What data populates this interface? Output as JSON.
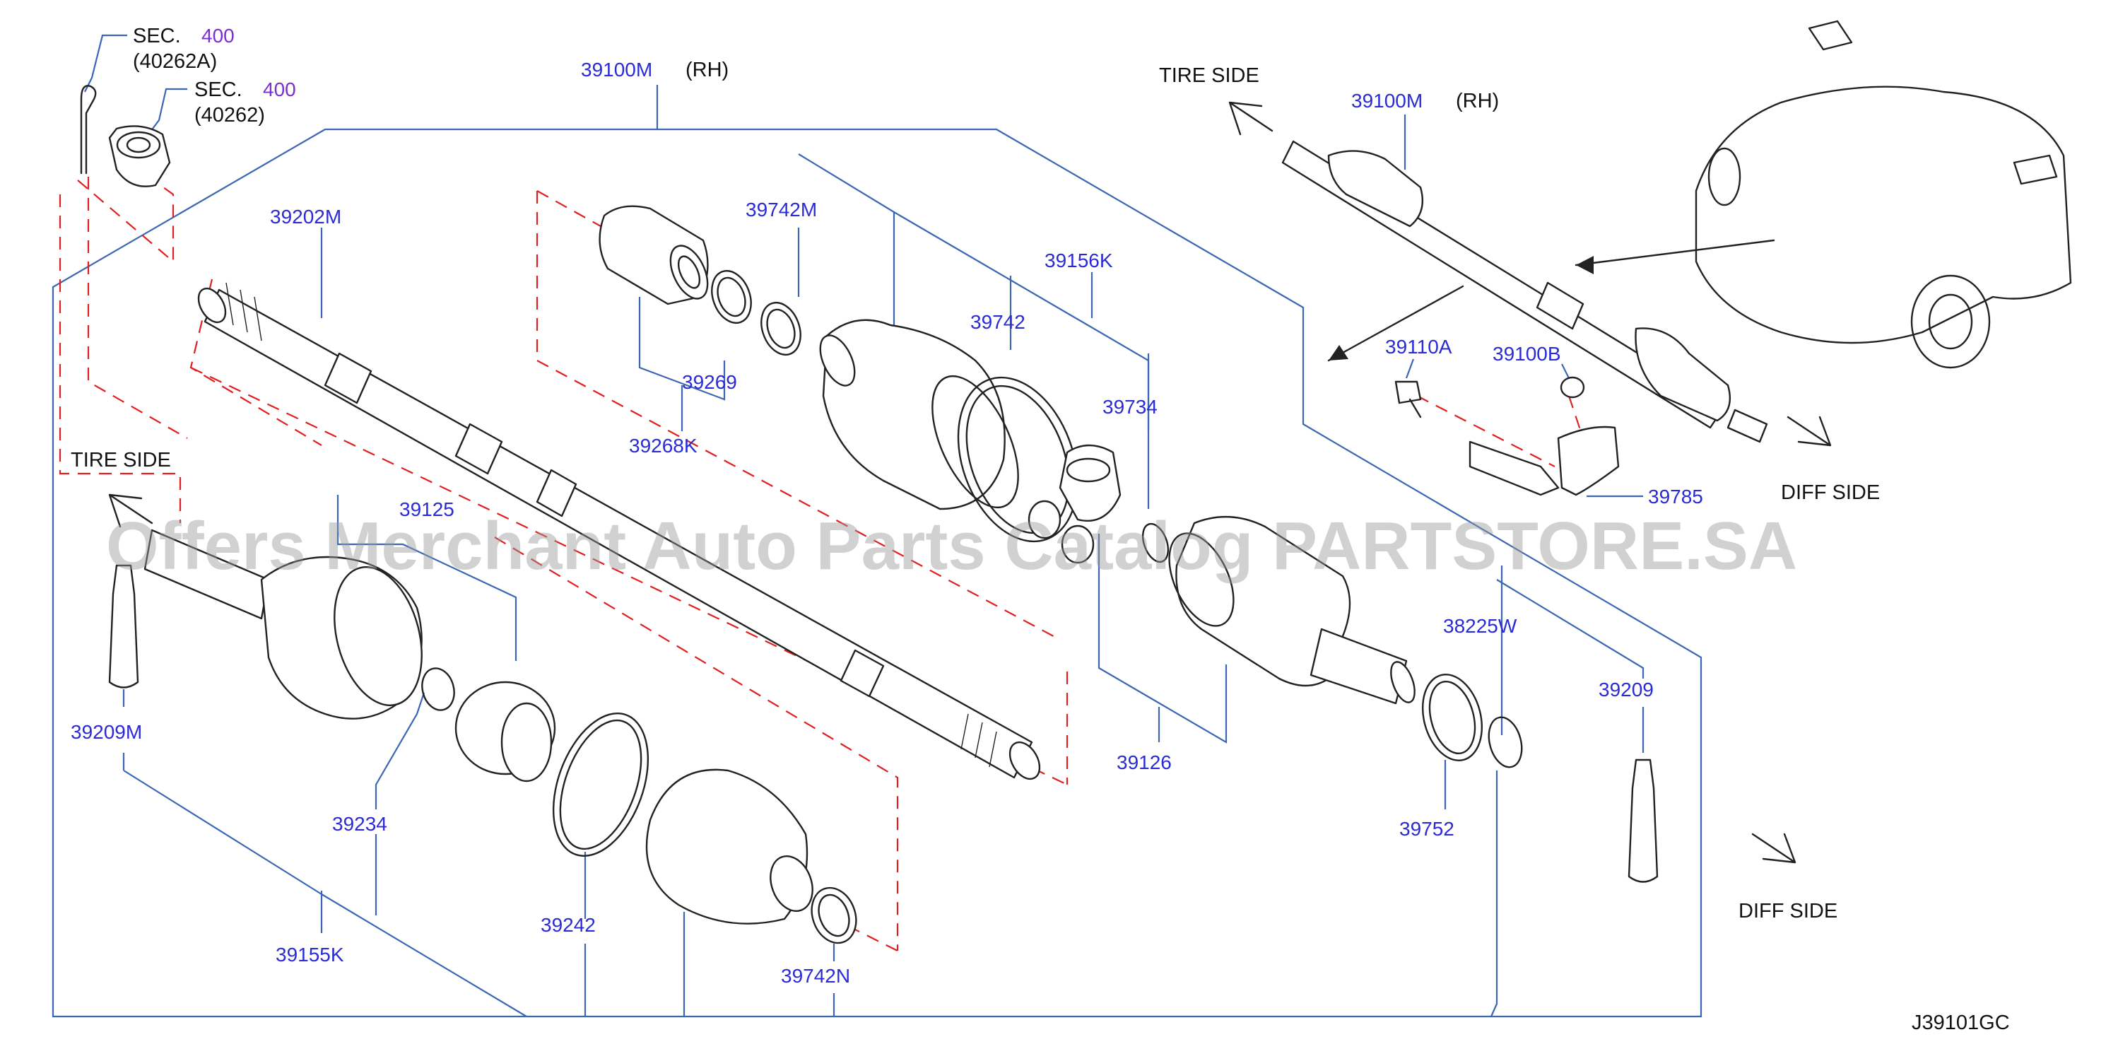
{
  "labels": {
    "sec400_a": "SEC.",
    "sec400_a_num": "400",
    "sec400_a_ref": "(40262A)",
    "sec400_b": "SEC.",
    "sec400_b_num": "400",
    "sec400_b_ref": "(40262)",
    "p39100M_main": "39100M",
    "rh_main": "(RH)",
    "p39202M": "39202M",
    "p39742M": "39742M",
    "p39156K": "39156K",
    "p39742": "39742",
    "p39269": "39269",
    "p39268K": "39268K",
    "p39734": "39734",
    "p39125": "39125",
    "p39209M": "39209M",
    "p39234": "39234",
    "p39242": "39242",
    "p39155K": "39155K",
    "p39742N": "39742N",
    "p39126": "39126",
    "p39752": "39752",
    "p38225W": "38225W",
    "p39209": "39209",
    "p39100M_inset": "39100M",
    "rh_inset": "(RH)",
    "p39110A": "39110A",
    "p39100B": "39100B",
    "p39785": "39785",
    "tire_side_top": "TIRE   SIDE",
    "tire_side_left": "TIRE   SIDE",
    "diff_side_right": "DIFF   SIDE",
    "diff_side_bottom": "DIFF   SIDE",
    "diagram_code": "J39101GC",
    "watermark": "Offers Merchant Auto Parts Catalog PARTSTORE.SA"
  },
  "colors": {
    "part_number": "#2b2bd6",
    "section_number": "#7b2fd0",
    "leader_line": "#3a66b3",
    "dashed_line": "#e02020",
    "drawing": "#222222"
  }
}
